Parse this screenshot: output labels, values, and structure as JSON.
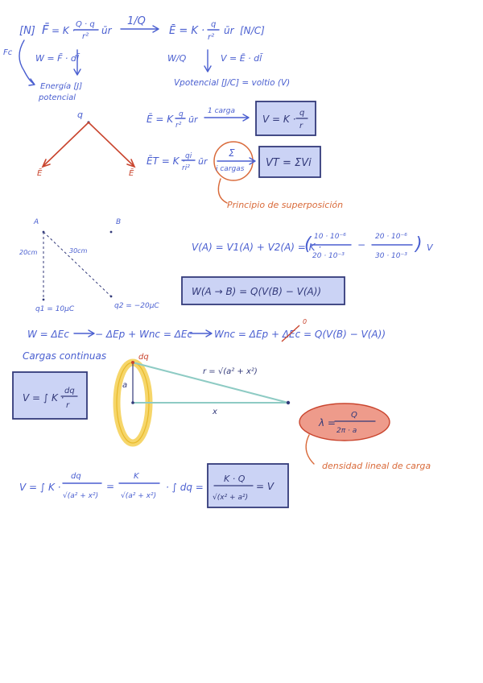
{
  "page": {
    "f1": {
      "unit": "[N]",
      "lhs": "F̄",
      "k": "= K ·",
      "num": "Q · q",
      "den": "r²",
      "ur": "ūr"
    },
    "div_q": "1/Q",
    "f2": {
      "lhs": "Ē = K ·",
      "num": "q",
      "den": "r²",
      "ur": "ūr",
      "unit": "[N/C]"
    },
    "fc": "Fc",
    "w_def": "W = F̄ · dl̄",
    "energia": [
      "Energía [J]",
      "potencial"
    ],
    "w_over_q": "W/Q",
    "v_def": "V = Ē · dl̄",
    "vpotencial": "Vpotencial [J/C] = voltio (V)",
    "q_label": "q",
    "e_left": "Ē",
    "e_right": "Ē",
    "e3": {
      "lhs": "Ē = K",
      "num": "q",
      "den": "r²",
      "ur": "ūr"
    },
    "una_carga": "1 carga",
    "box_v1": {
      "lhs": "V = K ·",
      "num": "q",
      "den": "r"
    },
    "et": {
      "lhs": "ĒT = K ·",
      "num": "qi",
      "den": "ri²",
      "ur": "ūr"
    },
    "sigma": "Σ",
    "i_cargas": "i cargas",
    "box_vt": "VT = ΣVi",
    "superposicion": "Principio de superposición",
    "point_a": "A",
    "point_b": "B",
    "d_20": "20cm",
    "d_30": "30cm",
    "q1": "q1 = 10μC",
    "q2": "q2 = −20μC",
    "va": {
      "lhs": "V(A) = V1(A) + V2(A) = K ·",
      "n1": "10 · 10⁻⁶",
      "d1": "20 · 10⁻³",
      "minus": "−",
      "n2": "20 · 10⁻⁶",
      "d2": "30 · 10⁻³",
      "unit": "V"
    },
    "box_w": "W(A → B) = Q(V(B) − V(A))",
    "w_line": {
      "a": "W = ΔEc",
      "b": "− ΔEp + Wnc = ΔEc",
      "c": "Wnc = ΔEp + ΔEc = Q(V(B) − V(A))",
      "zero": "0"
    },
    "cargas_continuas": "Cargas continuas",
    "box_cont": {
      "lhs": "V = ∫ K ·",
      "num": "dq",
      "den": "r"
    },
    "dq": "dq",
    "r_eq": "r = √(a² + x²)",
    "a_label": "a",
    "x_label": "x",
    "lambda": {
      "lhs": "λ =",
      "num": "Q",
      "den": "2π · a"
    },
    "densidad": "densidad lineal de carga",
    "final": {
      "lhs": "V = ∫ K ·",
      "num1": "dq",
      "den1": "√(a² + x²)",
      "eq": "=",
      "num2": "K",
      "den2": "√(a² + x²)",
      "int": "· ∫ dq =",
      "box_num": "K · Q",
      "box_den": "√(x² + a²)",
      "box_eq": "= V"
    }
  }
}
